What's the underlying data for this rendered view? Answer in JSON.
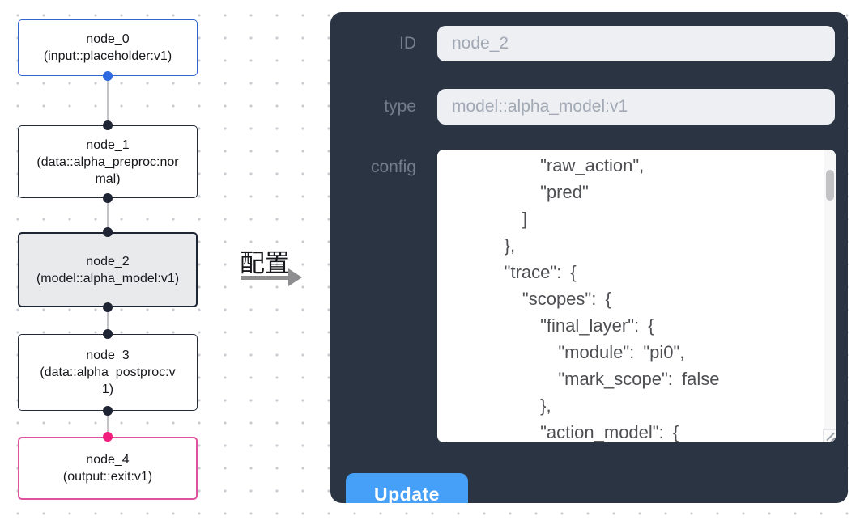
{
  "flow": {
    "nodes": [
      {
        "id": "node_0",
        "type_label": "(input::placeholder:v1)",
        "variant": "input"
      },
      {
        "id": "node_1",
        "type_label": "(data::alpha_preproc:normal)",
        "variant": "default"
      },
      {
        "id": "node_2",
        "type_label": "(model::alpha_model:v1)",
        "variant": "selected"
      },
      {
        "id": "node_3",
        "type_label": "(data::alpha_postproc:v1)",
        "variant": "default"
      },
      {
        "id": "node_4",
        "type_label": "(output::exit:v1)",
        "variant": "output"
      }
    ],
    "colors": {
      "input_border": "#2f65cf",
      "output_border": "#e0519d",
      "selected_fill": "#e9eaec",
      "default_border": "#222a3a",
      "port_dark": "#1e2433",
      "port_blue": "#2f6be0",
      "port_pink": "#f01e7d",
      "wire": "#c2c3c6"
    }
  },
  "transition": {
    "label": "配置"
  },
  "panel": {
    "background": "#2b3442",
    "fields": [
      {
        "label": "ID",
        "value": "node_2"
      },
      {
        "label": "type",
        "value": "model::alpha_model:v1"
      }
    ],
    "config": {
      "label": "config",
      "visible_text": "          \"raw_action\",\n          \"pred\"\n        ]\n      },\n      \"trace\": {\n        \"scopes\": {\n          \"final_layer\": {\n            \"module\": \"pi0\",\n            \"mark_scope\": false\n          },\n          \"action_model\": {"
    },
    "update_button": {
      "label": "Update",
      "color": "#47a0f8"
    }
  }
}
